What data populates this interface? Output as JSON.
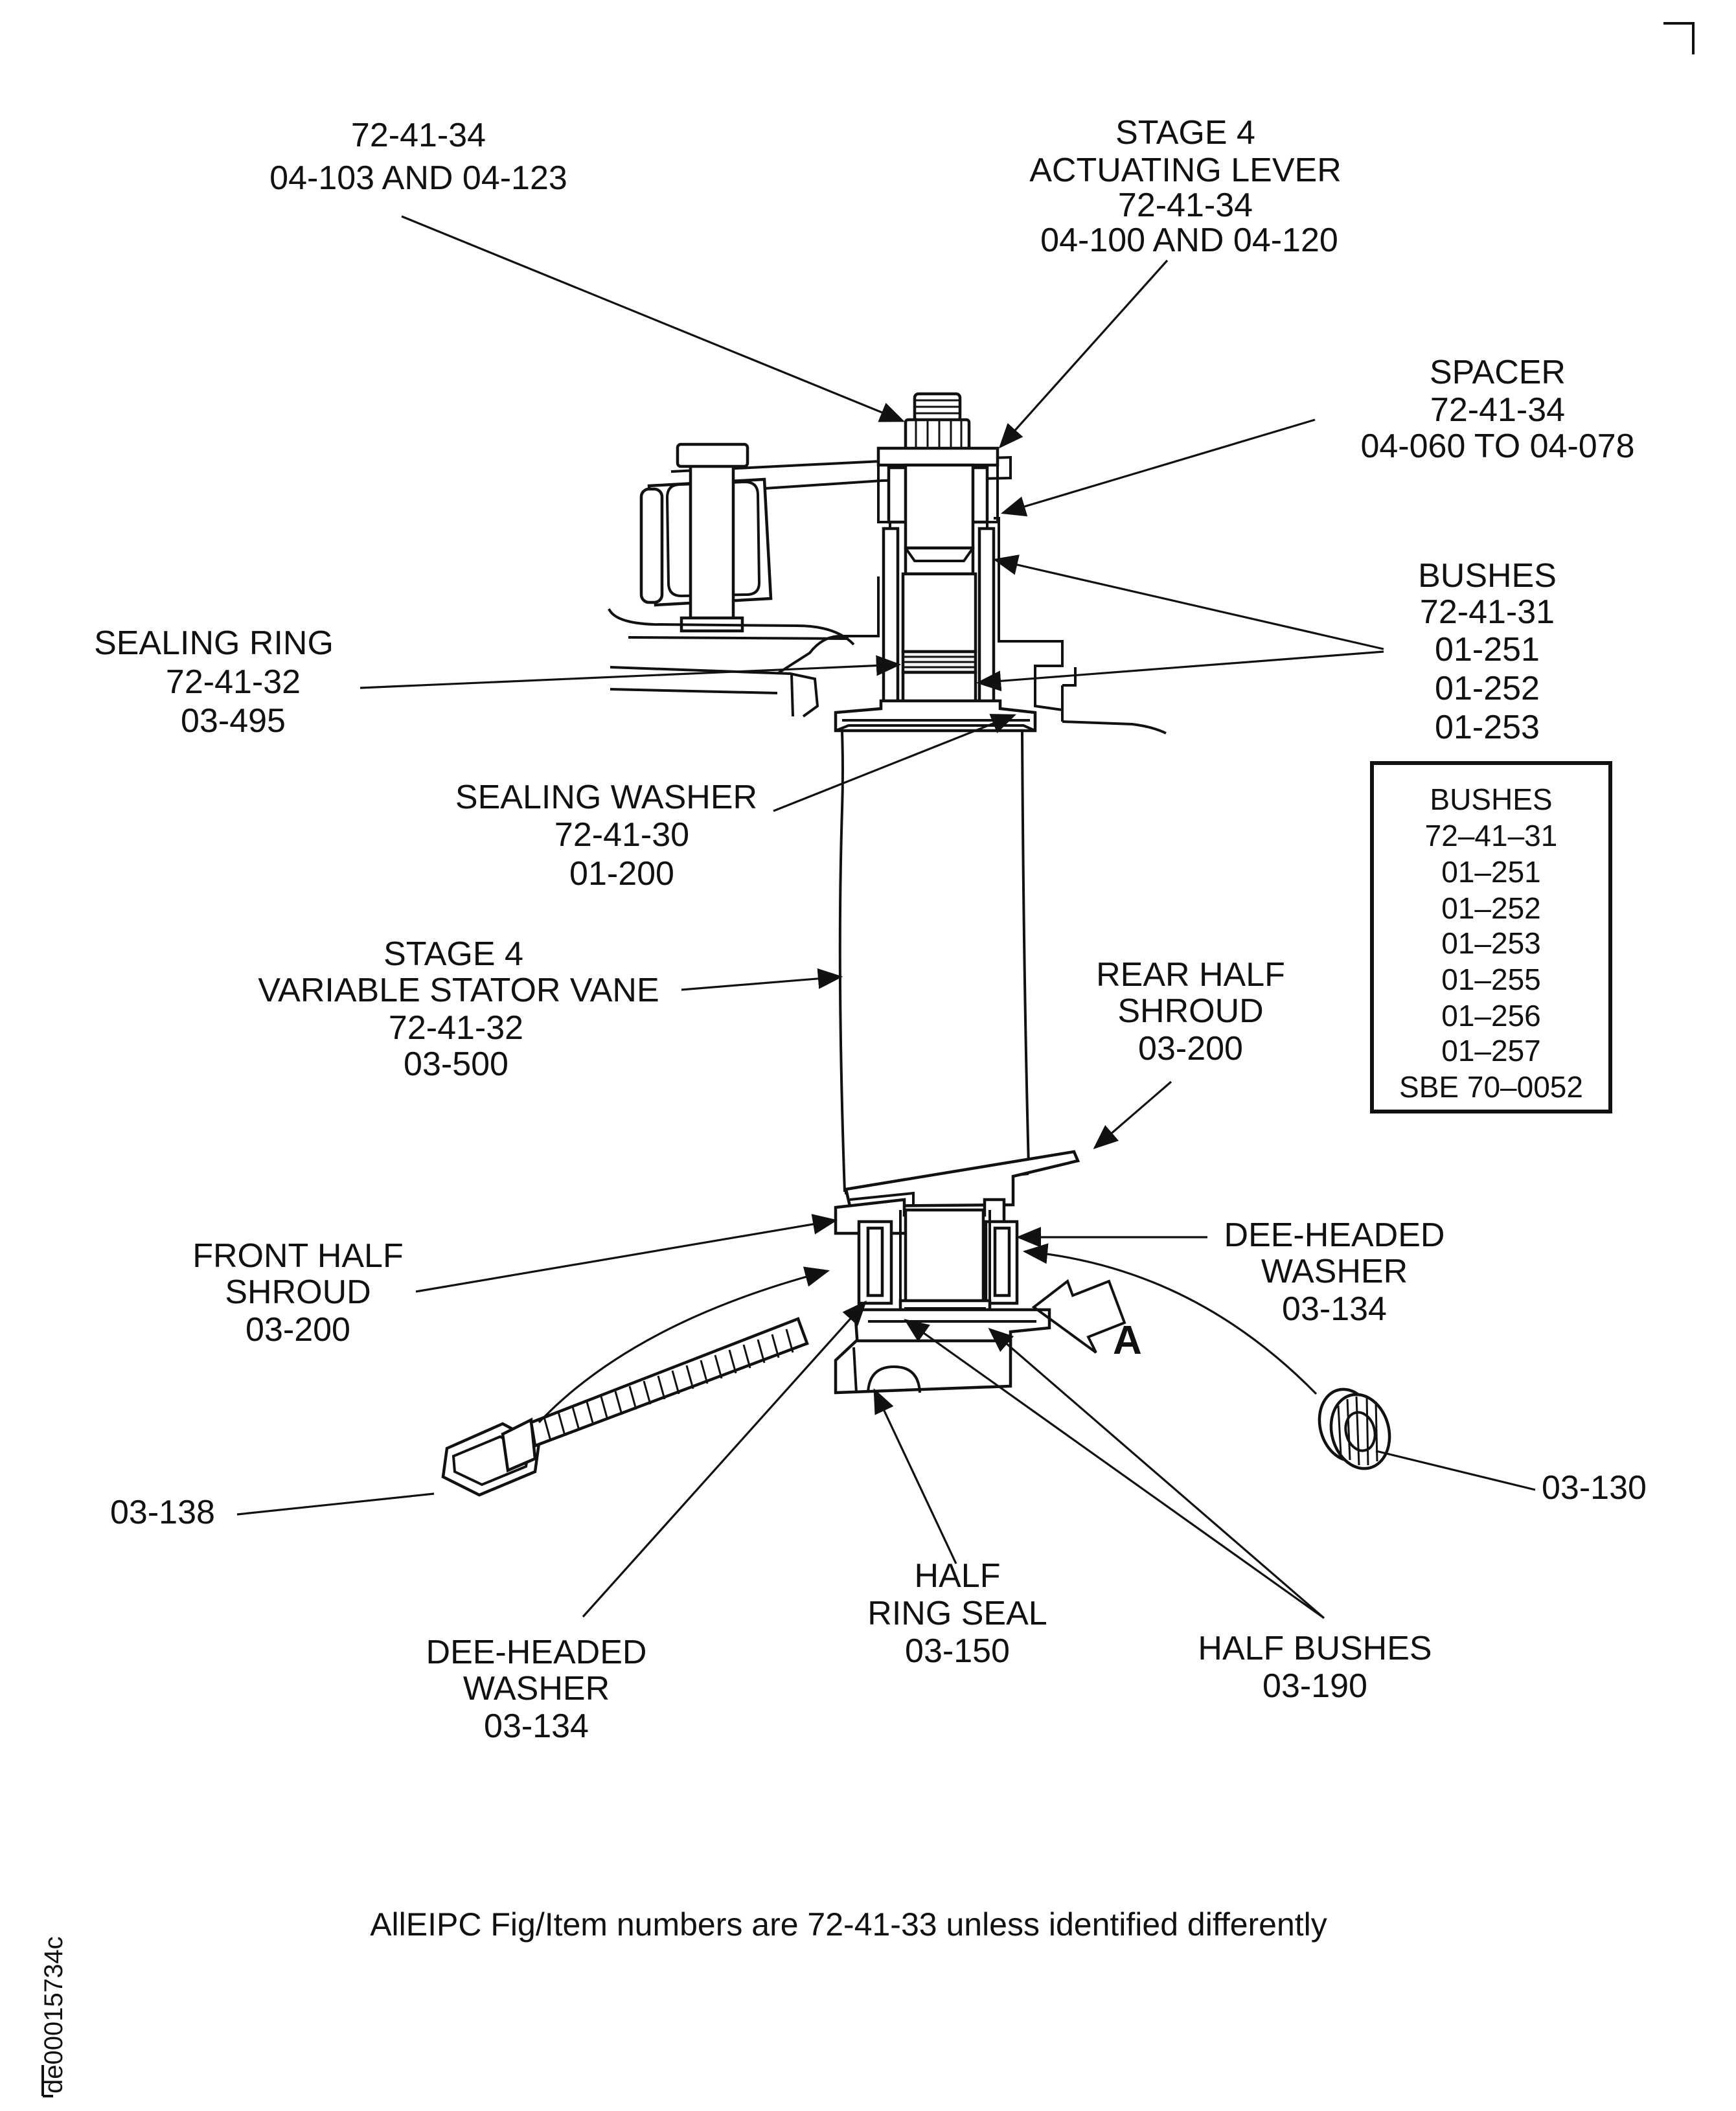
{
  "callouts": {
    "top_left": {
      "line1": "72-41-34",
      "line2": "04-103 AND 04-123"
    },
    "actuating_lever": {
      "line1": "STAGE 4",
      "line2": "ACTUATING LEVER",
      "line3": "72-41-34",
      "line4": "04-100  AND 04-120"
    },
    "spacer": {
      "line1": "SPACER",
      "line2": "72-41-34",
      "line3": "04-060 TO 04-078"
    },
    "bushes": {
      "line1": "BUSHES",
      "line2": "72-41-31",
      "line3": "01-251",
      "line4": "01-252",
      "line5": "01-253"
    },
    "sealing_ring": {
      "line1": "SEALING RING",
      "line2": "72-41-32",
      "line3": "03-495"
    },
    "sealing_washer": {
      "line1": "SEALING  WASHER",
      "line2": "72-41-30",
      "line3": "01-200"
    },
    "stator_vane": {
      "line1": "STAGE 4",
      "line2": "VARIABLE STATOR VANE",
      "line3": "72-41-32",
      "line4": "03-500"
    },
    "rear_half_shroud": {
      "line1": "REAR HALF",
      "line2": "SHROUD",
      "line3": "03-200"
    },
    "front_half_shroud": {
      "line1": "FRONT HALF",
      "line2": "SHROUD",
      "line3": "03-200"
    },
    "dee_washer_right": {
      "line1": "DEE-HEADED",
      "line2": "WASHER",
      "line3": "03-134"
    },
    "bolt": {
      "line1": "03-138"
    },
    "nut": {
      "line1": "03-130"
    },
    "dee_washer_bottom": {
      "line1": "DEE-HEADED",
      "line2": "WASHER",
      "line3": "03-134"
    },
    "half_ring_seal": {
      "line1": "HALF",
      "line2": "RING SEAL",
      "line3": "03-150"
    },
    "half_bushes": {
      "line1": "HALF BUSHES",
      "line2": "03-190"
    }
  },
  "bushes_box": {
    "title": "BUSHES",
    "items": [
      "72–41–31",
      "01–251",
      "01–252",
      "01–253",
      "01–255",
      "01–256",
      "01–257",
      "SBE 70–0052"
    ]
  },
  "view_arrow": {
    "label": "A"
  },
  "footnote": "AllEIPC Fig/Item numbers are 72-41-33 unless identified differently",
  "drawing_id": "de00015734c"
}
